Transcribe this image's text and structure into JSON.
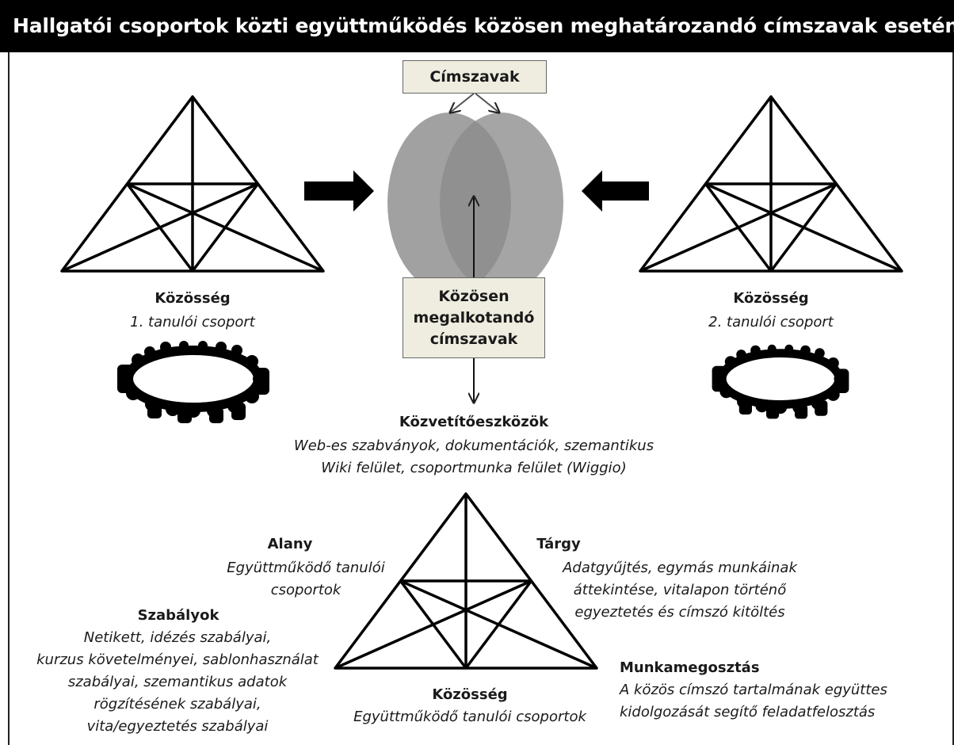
{
  "title": "Hallgatói csoportok közti együttműködés közösen meghatározandó címszavak esetén",
  "cimszavak_box": "Címszavak",
  "center_box": [
    "Közösen",
    "megalkotandó",
    "címszavak"
  ],
  "left_group": {
    "heading": "Közösség",
    "sub": "1. tanulói csoport"
  },
  "right_group": {
    "heading": "Közösség",
    "sub": "2. tanulói csoport"
  },
  "mediating": {
    "heading": "Közvetítőeszközök",
    "lines": [
      "Web-es szabványok, dokumentációk, szemantikus",
      "Wiki felület, csoportmunka felület (Wiggio)"
    ]
  },
  "subject": {
    "heading": "Alany",
    "lines": [
      "Együttműködő tanulói",
      "csoportok"
    ]
  },
  "object": {
    "heading": "Tárgy",
    "lines": [
      "Adatgyűjtés, egymás munkáinak",
      "áttekintése, vitalapon történő",
      "egyeztetés és címszó kitöltés"
    ]
  },
  "rules": {
    "heading": "Szabályok",
    "lines": [
      "Netikett, idézés szabályai,",
      "kurzus követelményei, sablonhasználat",
      "szabályai, szemantikus adatok",
      "rögzítésének szabályai,",
      "vita/egyeztetés szabályai"
    ]
  },
  "community": {
    "heading": "Közösség",
    "line": "Együttműködő tanulói csoportok"
  },
  "division": {
    "heading": "Munkamegosztás",
    "lines": [
      "A közös címszó tartalmának együttes",
      "kidolgozását segítő feladatfelosztás"
    ]
  }
}
